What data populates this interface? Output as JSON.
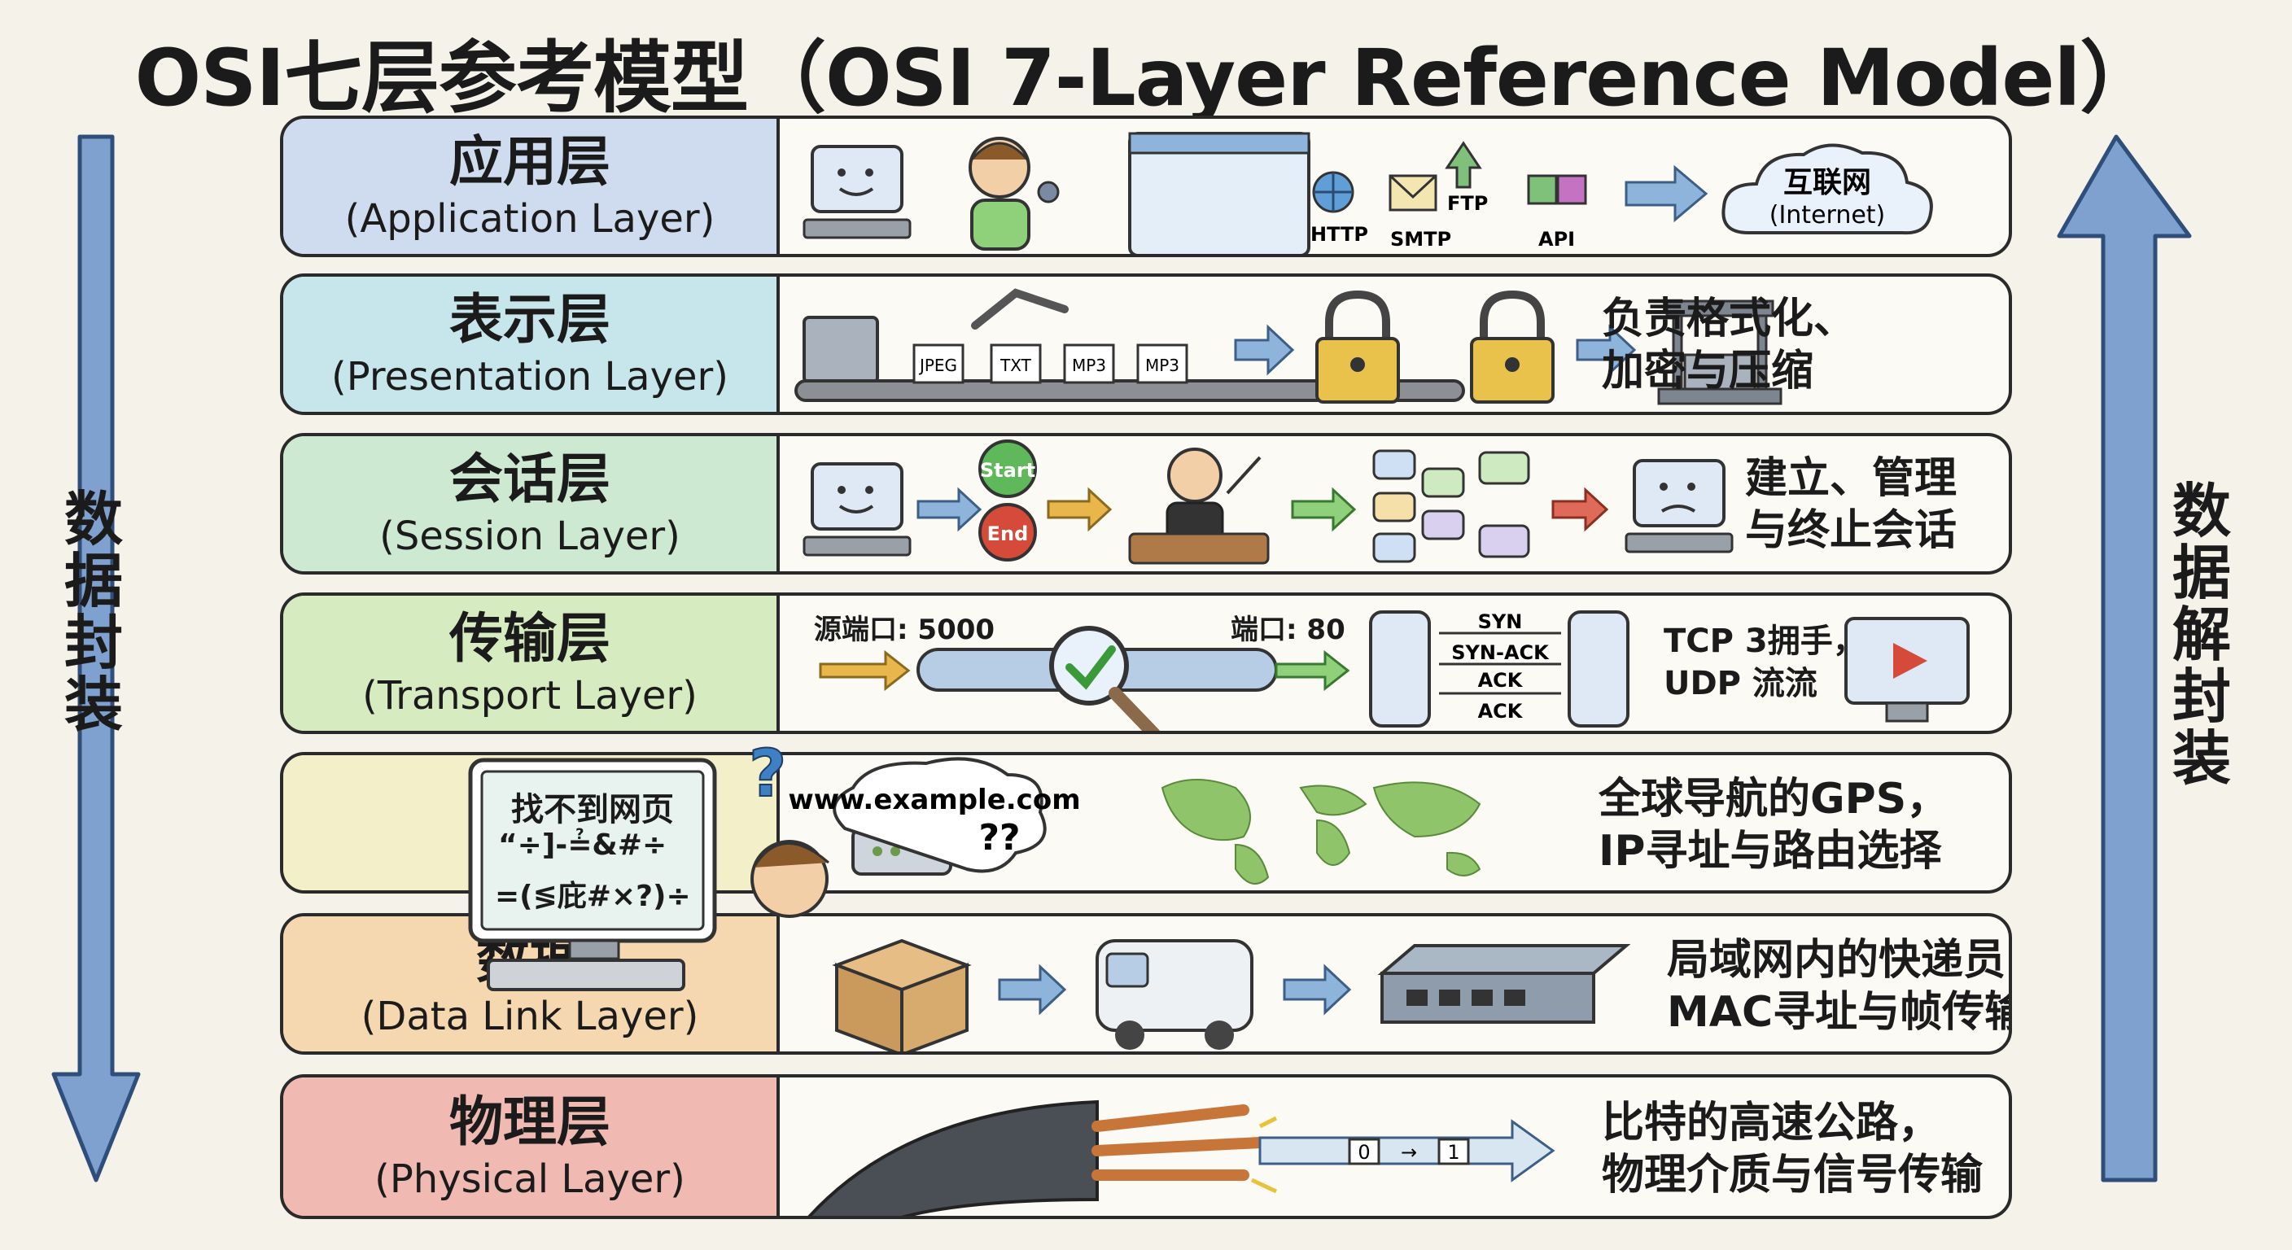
{
  "title": "OSI七层参考模型（OSI 7-Layer Reference Model）",
  "left_label": "数据封装",
  "right_label": "数据解封装",
  "layers": [
    {
      "zh": "应用层",
      "en": "(Application Layer)",
      "desc": [
        "",
        ""
      ],
      "color": "#cfdcf0"
    },
    {
      "zh": "表示层",
      "en": "(Presentation Layer)",
      "desc": [
        "负责格式化、",
        "加密与压缩"
      ],
      "color": "#c7e6ec"
    },
    {
      "zh": "会话层",
      "en": "(Session Layer)",
      "desc": [
        "建立、管理",
        "与终止会话"
      ],
      "color": "#cde9d2"
    },
    {
      "zh": "传输层",
      "en": "(Transport Layer)",
      "desc": [
        "TCP 3拥手，",
        "UDP 流流"
      ],
      "color": "#d6ecc0"
    },
    {
      "zh": "",
      "en": "",
      "desc": [
        "全球导航的GPS，",
        "IP寻址与路由选择"
      ],
      "color": "#f3efc8"
    },
    {
      "zh": "数据",
      "en": "(Data Link Layer)",
      "desc": [
        "局域网内的快递员",
        "MAC寻址与帧传输"
      ],
      "color": "#f6d8b0"
    },
    {
      "zh": "物理层",
      "en": "(Physical Layer)",
      "desc": [
        "比特的高速公路，",
        "物理介质与信号传输"
      ],
      "color": "#f0b9b2"
    }
  ],
  "app_scene": {
    "cloud": "互联网",
    "cloud_en": "(Internet)",
    "protocols": [
      "HTTP",
      "SMTP",
      "FTP",
      "API"
    ]
  },
  "presentation_scene": {
    "files": [
      "JPEG",
      "TXT",
      "MP3",
      "MP3"
    ]
  },
  "session_scene": {
    "start": "Start",
    "end": "End"
  },
  "transport_scene": {
    "src_port": "源端口: 5000",
    "dst_port": "端口: 80",
    "handshake": [
      "SYN",
      "SYN-ACK",
      "ACK",
      "ACK"
    ]
  },
  "network_scene": {
    "screen_title": "找不到网页",
    "screen_lines": [
      "“÷]-≟&#÷",
      "=(≶庇#×?)÷"
    ],
    "url": "www.example.com",
    "qq": "??",
    "question": "?"
  },
  "physical_scene": {
    "bits": [
      "0",
      "→",
      "1"
    ]
  }
}
